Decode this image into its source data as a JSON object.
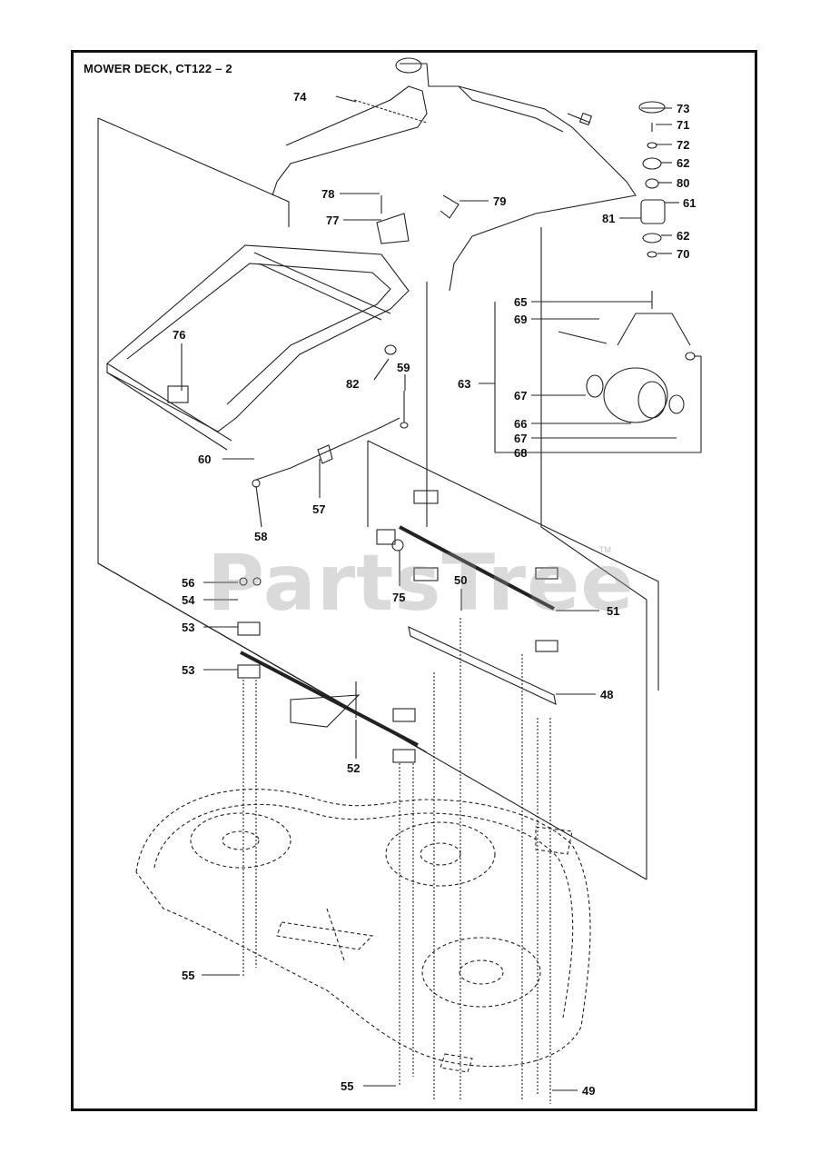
{
  "title": "MOWER DECK, CT122 – 2",
  "watermark": "PartsTree",
  "watermark_tm": "TM",
  "callouts": [
    {
      "id": "c74",
      "text": "74"
    },
    {
      "id": "c73",
      "text": "73"
    },
    {
      "id": "c71",
      "text": "71"
    },
    {
      "id": "c72",
      "text": "72"
    },
    {
      "id": "c62a",
      "text": "62"
    },
    {
      "id": "c80",
      "text": "80"
    },
    {
      "id": "c61",
      "text": "61"
    },
    {
      "id": "c81",
      "text": "81"
    },
    {
      "id": "c62b",
      "text": "62"
    },
    {
      "id": "c70",
      "text": "70"
    },
    {
      "id": "c78",
      "text": "78"
    },
    {
      "id": "c79",
      "text": "79"
    },
    {
      "id": "c77",
      "text": "77"
    },
    {
      "id": "c76",
      "text": "76"
    },
    {
      "id": "c82",
      "text": "82"
    },
    {
      "id": "c59",
      "text": "59"
    },
    {
      "id": "c65",
      "text": "65"
    },
    {
      "id": "c69",
      "text": "69"
    },
    {
      "id": "c63",
      "text": "63"
    },
    {
      "id": "c67a",
      "text": "67"
    },
    {
      "id": "c66",
      "text": "66"
    },
    {
      "id": "c67b",
      "text": "67"
    },
    {
      "id": "c68",
      "text": "68"
    },
    {
      "id": "c60",
      "text": "60"
    },
    {
      "id": "c57",
      "text": "57"
    },
    {
      "id": "c58",
      "text": "58"
    },
    {
      "id": "c56",
      "text": "56"
    },
    {
      "id": "c54",
      "text": "54"
    },
    {
      "id": "c75",
      "text": "75"
    },
    {
      "id": "c50",
      "text": "50"
    },
    {
      "id": "c51",
      "text": "51"
    },
    {
      "id": "c53a",
      "text": "53"
    },
    {
      "id": "c53b",
      "text": "53"
    },
    {
      "id": "c48",
      "text": "48"
    },
    {
      "id": "c52",
      "text": "52"
    },
    {
      "id": "c55a",
      "text": "55"
    },
    {
      "id": "c55b",
      "text": "55"
    },
    {
      "id": "c49",
      "text": "49"
    }
  ]
}
